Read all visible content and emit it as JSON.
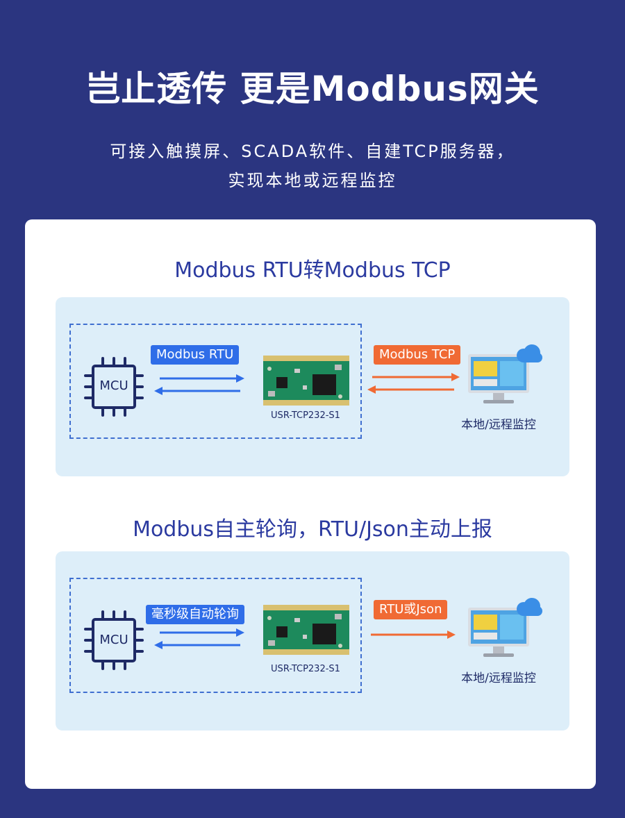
{
  "header": {
    "title": "岂止透传 更是Modbus网关",
    "subtitle_line1": "可接入触摸屏、SCADA软件、自建TCP服务器，",
    "subtitle_line2": "实现本地或远程监控"
  },
  "colors": {
    "background": "#2b3580",
    "accent_blue": "#2f6de8",
    "accent_orange": "#f06a34",
    "panel_bg": "#ddeef9"
  },
  "section1": {
    "title": "Modbus RTU转Modbus TCP",
    "mcu_label": "MCU",
    "left_tag": "Modbus RTU",
    "device_label": "USR-TCP232-S1",
    "right_tag": "Modbus TCP",
    "monitor_label": "本地/远程监控"
  },
  "section2": {
    "title": "Modbus自主轮询，RTU/Json主动上报",
    "mcu_label": "MCU",
    "left_tag": "毫秒级自动轮询",
    "device_label": "USR-TCP232-S1",
    "right_tag": "RTU或Json",
    "monitor_label": "本地/远程监控"
  }
}
